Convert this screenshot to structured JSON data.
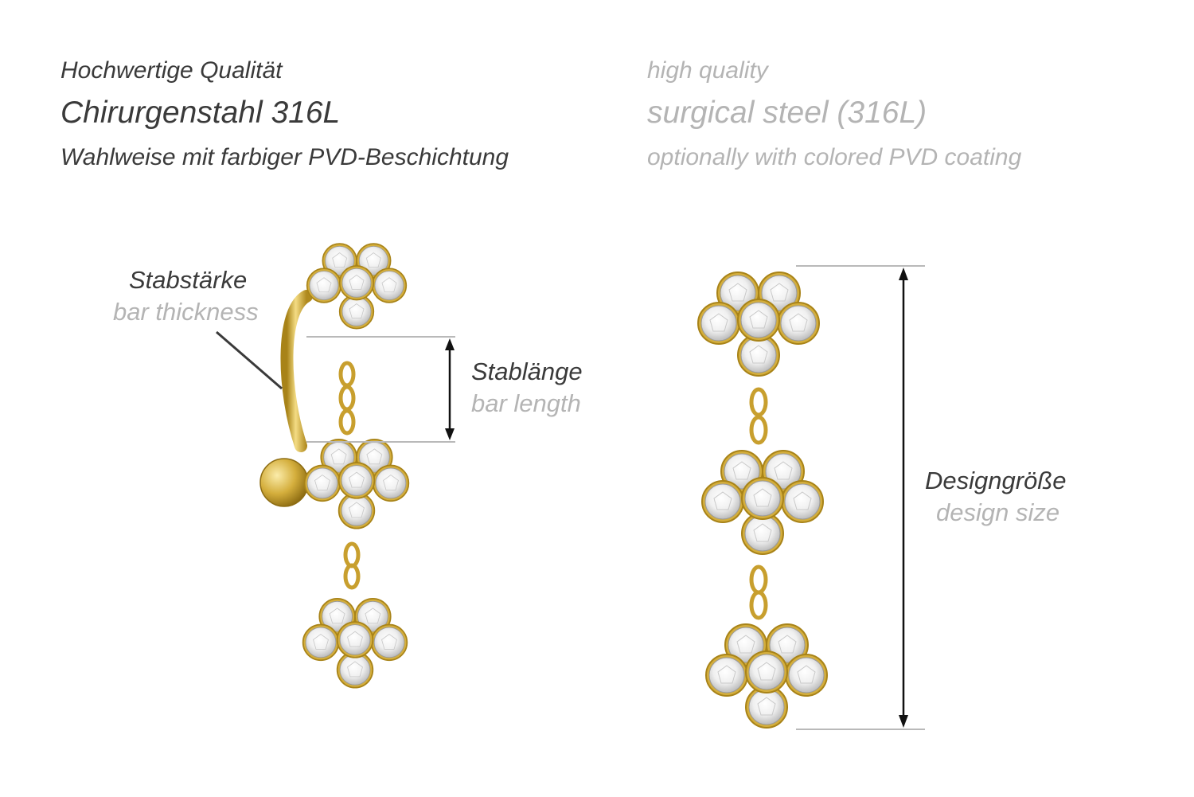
{
  "header": {
    "de": {
      "quality": "Hochwertige Qualität",
      "material": "Chirurgenstahl 316L",
      "coating": "Wahlweise mit farbiger PVD-Beschichtung"
    },
    "en": {
      "quality": "high quality",
      "material": "surgical steel (316L)",
      "coating": "optionally with colored PVD coating"
    }
  },
  "labels": {
    "bar_thickness": {
      "de": "Stabstärke",
      "en": "bar thickness"
    },
    "bar_length": {
      "de": "Stablänge",
      "en": "bar length"
    },
    "design_size": {
      "de": "Designgröße",
      "en": "design size"
    }
  },
  "colors": {
    "gold": "#d4ae3c",
    "gold_dark": "#a88318",
    "stone": "#ececec",
    "guide_line": "#b9b9b9",
    "arrow": "#111111"
  }
}
